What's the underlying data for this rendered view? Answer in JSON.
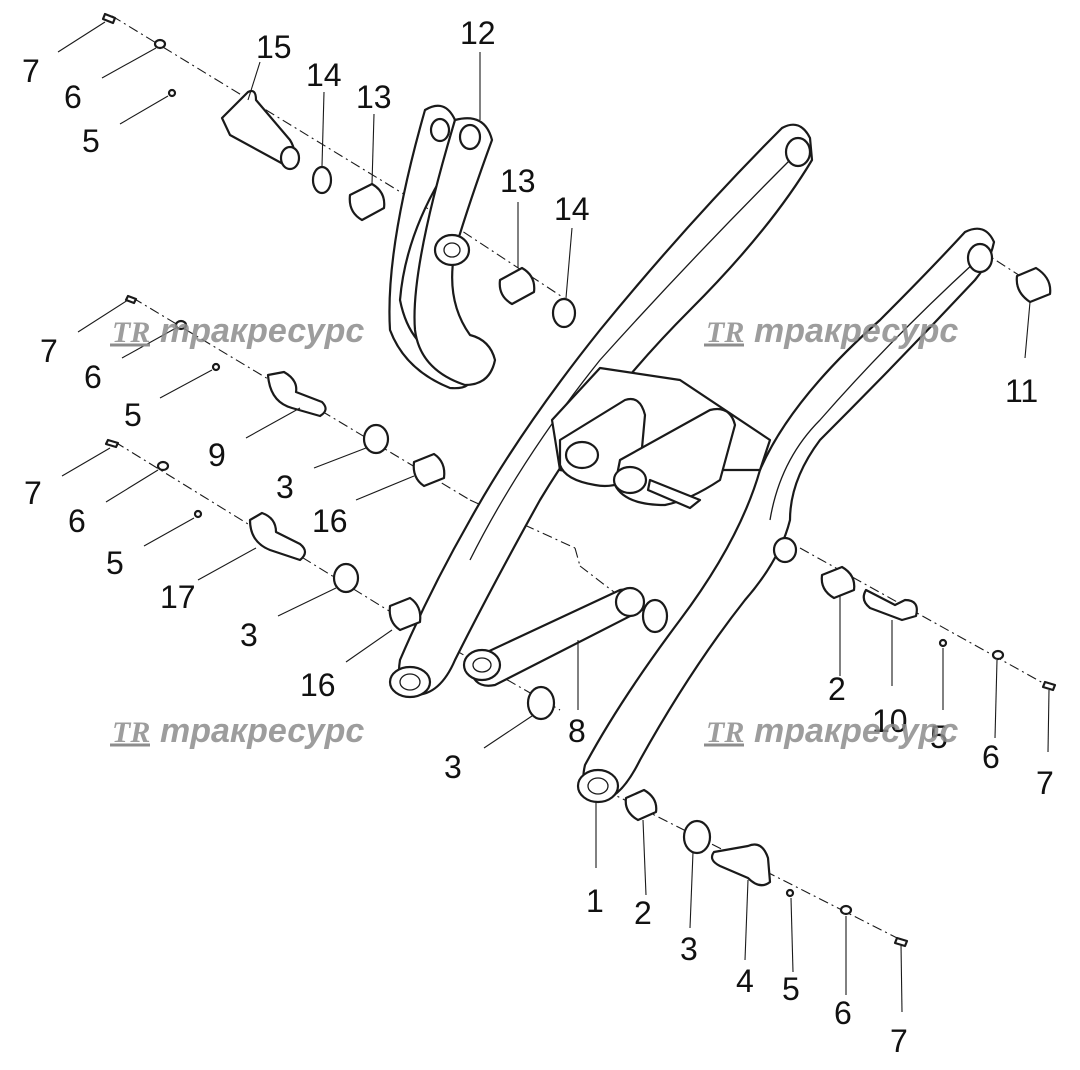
{
  "callouts": {
    "c7a": "7",
    "c6a": "6",
    "c5a": "5",
    "c15": "15",
    "c14a": "14",
    "c13a": "13",
    "c12": "12",
    "c13b": "13",
    "c14b": "14",
    "c11": "11",
    "c7b": "7",
    "c6b": "6",
    "c5b": "5",
    "c9": "9",
    "c3a": "3",
    "c16a": "16",
    "c7c": "7",
    "c6c": "6",
    "c5c": "5",
    "c17": "17",
    "c3b": "3",
    "c16b": "16",
    "c3c": "3",
    "c8": "8",
    "c2a": "2",
    "c10": "10",
    "c5d": "5",
    "c6d": "6",
    "c7d": "7",
    "c1": "1",
    "c2b": "2",
    "c3d": "3",
    "c4": "4",
    "c5e": "5",
    "c6e": "6",
    "c7e": "7"
  },
  "watermark": {
    "logo": "TR",
    "text": "тракресурс"
  },
  "colors": {
    "line": "#1a1a1a",
    "watermark": "#8c8c8c",
    "background": "#ffffff"
  }
}
